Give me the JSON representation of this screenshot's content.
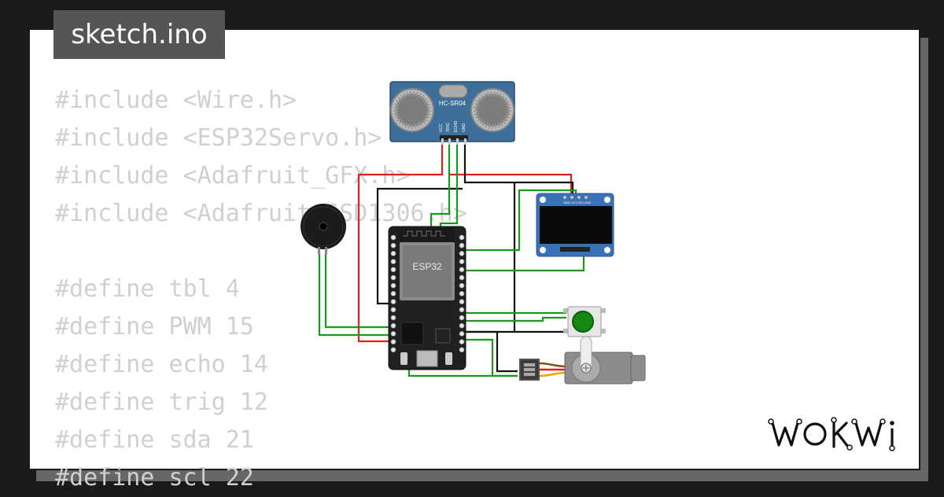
{
  "tab": {
    "filename": "sketch.ino"
  },
  "code_lines": [
    "#include <Wire.h>",
    "#include <ESP32Servo.h>",
    "#include <Adafruit_GFX.h>",
    "#include <Adafruit_SSD1306.h>",
    "",
    "#define tbl 4",
    "#define PWM 15",
    "#define echo 14",
    "#define trig 12",
    "#define sda 21",
    "#define scl 22"
  ],
  "components": {
    "ultrasonic": {
      "label": "HC-SR04",
      "pins": [
        "VCC",
        "TRIG",
        "ECHO",
        "GND"
      ]
    },
    "mcu": {
      "label": "ESP32"
    },
    "oled": {
      "pins": [
        "GND",
        "VCC",
        "SCL",
        "SDA"
      ]
    }
  },
  "brand": {
    "logo_text": "WOKWI"
  },
  "colors": {
    "background": "#1a1a1a",
    "card": "#ffffff",
    "tab": "#555555",
    "wire_red": "#e02020",
    "wire_green": "#1a9a1a",
    "wire_black": "#111111",
    "board_blue": "#3a72b8"
  }
}
